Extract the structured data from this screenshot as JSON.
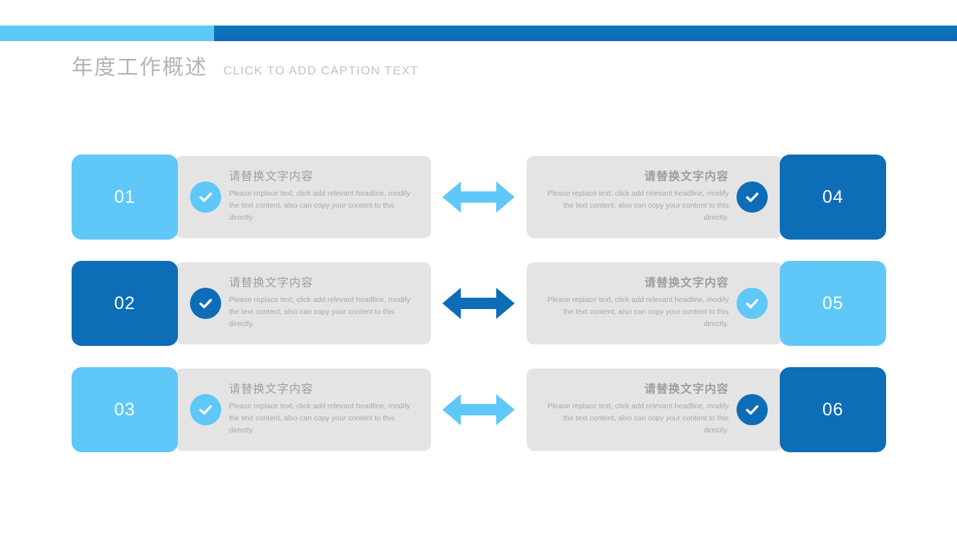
{
  "header": {
    "bar_light_color": "#5FC8F8",
    "bar_dark_color": "#0D6DB7",
    "title": "年度工作概述",
    "caption": "CLICK TO ADD CAPTION TEXT"
  },
  "palette": {
    "light_blue": "#5FC8F8",
    "dark_blue": "#0D6DB7",
    "card_gray": "#E4E4E4",
    "title_gray": "#b3b3b3",
    "body_gray": "#a8a8a8"
  },
  "rows": [
    {
      "arrow_icon": "double-arrow-icon",
      "arrow_color": "#5FC8F8",
      "left": {
        "number": "01",
        "tile_color": "#5FC8F8",
        "check_icon": "check-circle-icon",
        "check_color": "#5FC8F8",
        "heading": "请替换文字内容",
        "body": "Please replace text, click add relevant headline, modify the text content, also can copy your content to this directly."
      },
      "right": {
        "number": "04",
        "tile_color": "#0D6DB7",
        "check_icon": "check-circle-icon",
        "check_color": "#0D6DB7",
        "heading": "请替换文字内容",
        "body": "Please replace text, click add relevant headline, modify the text content, also can copy your content to this directly."
      }
    },
    {
      "arrow_icon": "double-arrow-icon",
      "arrow_color": "#0D6DB7",
      "left": {
        "number": "02",
        "tile_color": "#0D6DB7",
        "check_icon": "check-circle-icon",
        "check_color": "#0D6DB7",
        "heading": "请替换文字内容",
        "body": "Please replace text, click add relevant headline, modify the text content, also can copy your content to this directly."
      },
      "right": {
        "number": "05",
        "tile_color": "#5FC8F8",
        "check_icon": "check-circle-icon",
        "check_color": "#5FC8F8",
        "heading": "请替换文字内容",
        "body": "Please replace text, click add relevant headline, modify the text content, also can copy your content to this directly."
      }
    },
    {
      "arrow_icon": "double-arrow-icon",
      "arrow_color": "#5FC8F8",
      "left": {
        "number": "03",
        "tile_color": "#5FC8F8",
        "check_icon": "check-circle-icon",
        "check_color": "#5FC8F8",
        "heading": "请替换文字内容",
        "body": "Please replace text, click add relevant headline, modify the text content, also can copy your content to this directly."
      },
      "right": {
        "number": "06",
        "tile_color": "#0D6DB7",
        "check_icon": "check-circle-icon",
        "check_color": "#0D6DB7",
        "heading": "请替换文字内容",
        "body": "Please replace text, click add relevant headline, modify the text content, also can copy your content to this directly."
      }
    }
  ]
}
